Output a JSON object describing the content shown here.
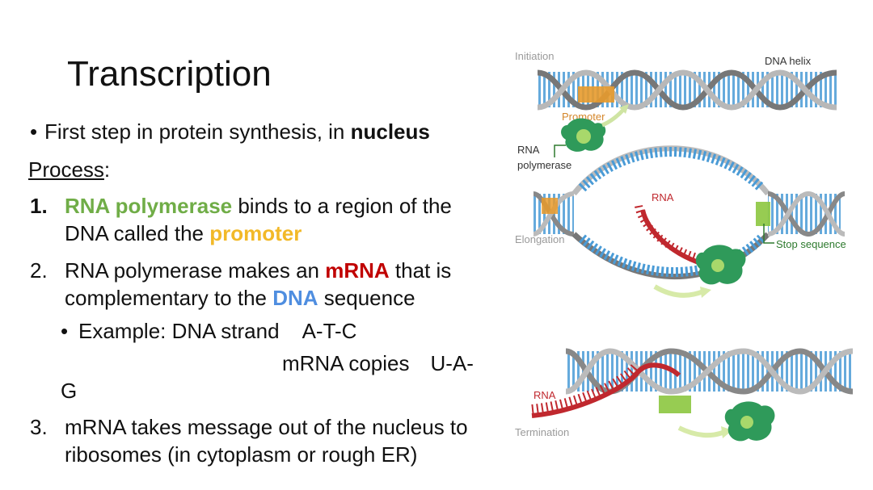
{
  "slide": {
    "title": "Transcription",
    "bullet": {
      "text": "First step in protein synthesis, in ",
      "bold": "nucleus"
    },
    "process": {
      "label": "Process",
      "colon": ":"
    },
    "steps": [
      {
        "num": "1.",
        "highlight": "RNA polymerase",
        "text_a": " binds to a region of the DNA called the ",
        "highlight2": "promoter"
      },
      {
        "num": "2.",
        "text_a": "RNA polymerase makes an ",
        "highlight": "mRNA",
        "text_b": " that is complementary to the ",
        "highlight2": "DNA",
        "text_c": " sequence"
      },
      {
        "num": "3.",
        "text_a": "mRNA takes message out of the nucleus to ribosomes (in cytoplasm or rough ER)"
      }
    ],
    "example": {
      "line1": "Example: DNA strand",
      "seq1": "A-T-C",
      "line2": "mRNA copies",
      "seq2": "U-A-",
      "wrap": "G"
    }
  },
  "figure": {
    "labels": {
      "initiation": "Initiation",
      "dna_helix": "DNA helix",
      "promoter": "Promoter",
      "rna_polymerase_1": "RNA",
      "rna_polymerase_2": "polymerase",
      "rna_mid": "RNA",
      "elongation": "Elongation",
      "stop_sequence": "Stop sequence",
      "rna_bottom": "RNA",
      "termination": "Termination"
    }
  },
  "colors": {
    "green": "#70ad47",
    "yellow": "#f2b928",
    "red": "#c00000",
    "blue": "#4f8ee0"
  }
}
